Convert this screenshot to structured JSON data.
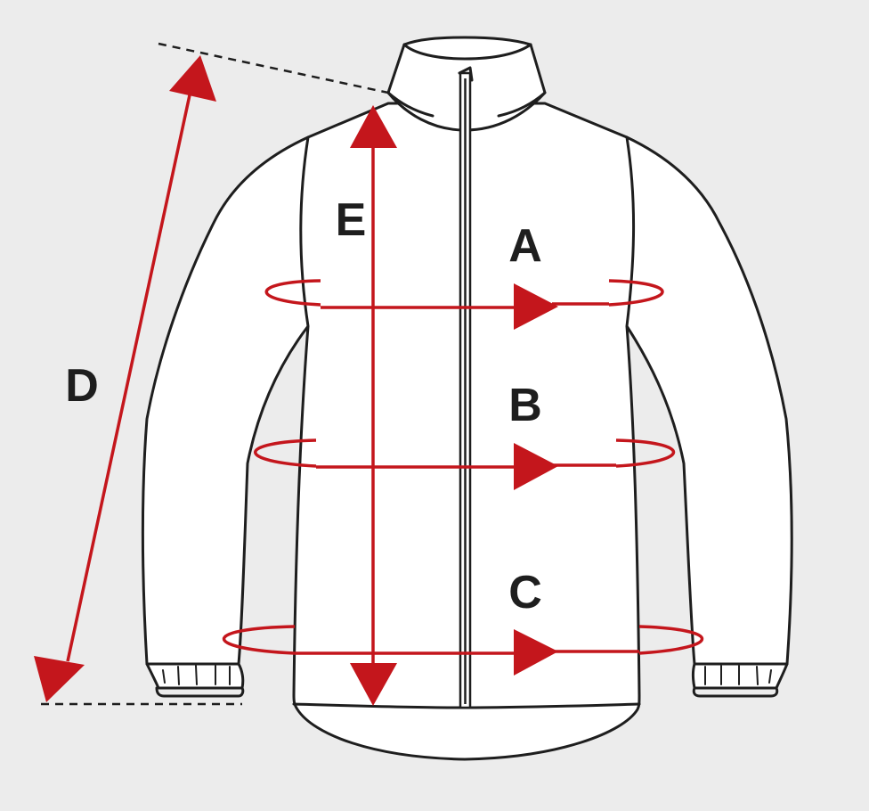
{
  "labels": {
    "a": "A",
    "b": "B",
    "c": "C",
    "d": "D",
    "e": "E"
  },
  "colors": {
    "background": "#ececec",
    "outline": "#1e1e1e",
    "measure": "#c4161c",
    "garment": "#ffffff"
  }
}
